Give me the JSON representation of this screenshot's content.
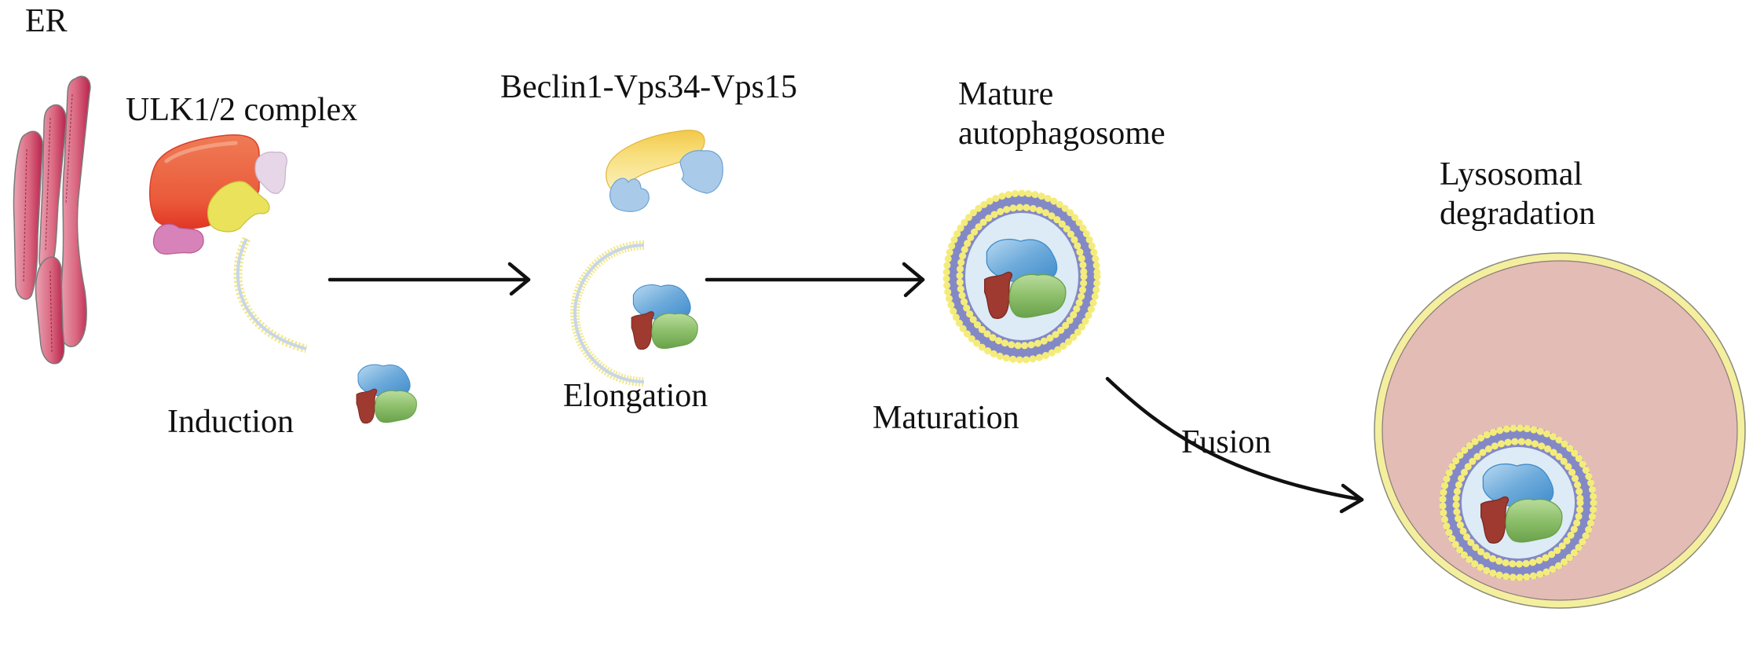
{
  "figure": {
    "title": "Autophagy pathway",
    "labels": {
      "er": "ER",
      "ulk_complex": "ULK1/2 complex",
      "induction": "Induction",
      "beclin_complex": "Beclin1-Vps34-Vps15",
      "elongation": "Elongation",
      "mature_line1": "Mature",
      "mature_line2": "autophagosome",
      "maturation": "Maturation",
      "fusion": "Fusion",
      "lysosomal_line1": "Lysosomal",
      "lysosomal_line2": "degradation"
    },
    "stages": [
      {
        "name": "Induction",
        "complex": "ULK1/2 complex"
      },
      {
        "name": "Elongation",
        "complex": "Beclin1-Vps34-Vps15"
      },
      {
        "name": "Maturation",
        "structure": "Mature autophagosome"
      },
      {
        "name": "Fusion",
        "structure": "Lysosomal degradation"
      }
    ],
    "icons": {
      "er": "endoplasmic-reticulum-icon",
      "ulk": "ulk-protein-complex-icon",
      "phagophore": "phagophore-membrane-icon",
      "cargo": "cargo-protein-cluster-icon",
      "beclin": "beclin-protein-complex-icon",
      "autophagosome": "autophagosome-icon",
      "lysosome": "lysosome-icon",
      "arrow": "arrow-right-icon"
    },
    "colors": {
      "er_dark": "#c0325a",
      "er_light": "#e597a8",
      "ulk_red": "#ec5a3c",
      "ulk_yellow": "#e9e25a",
      "ulk_pink": "#d782b8",
      "ulk_lilac": "#e6d6e8",
      "beclin_yellow": "#f8df7d",
      "beclin_blue": "#a9cbe9",
      "cargo_blue": "#6faedc",
      "cargo_green": "#8dbf6a",
      "cargo_red": "#9e3a30",
      "membrane_yellow": "#f4ec7a",
      "membrane_blue": "#8389c6",
      "lumen": "#dcebf5",
      "lysosome_fill": "#e3bcb5",
      "lysosome_rim": "#f4ef9e"
    }
  }
}
